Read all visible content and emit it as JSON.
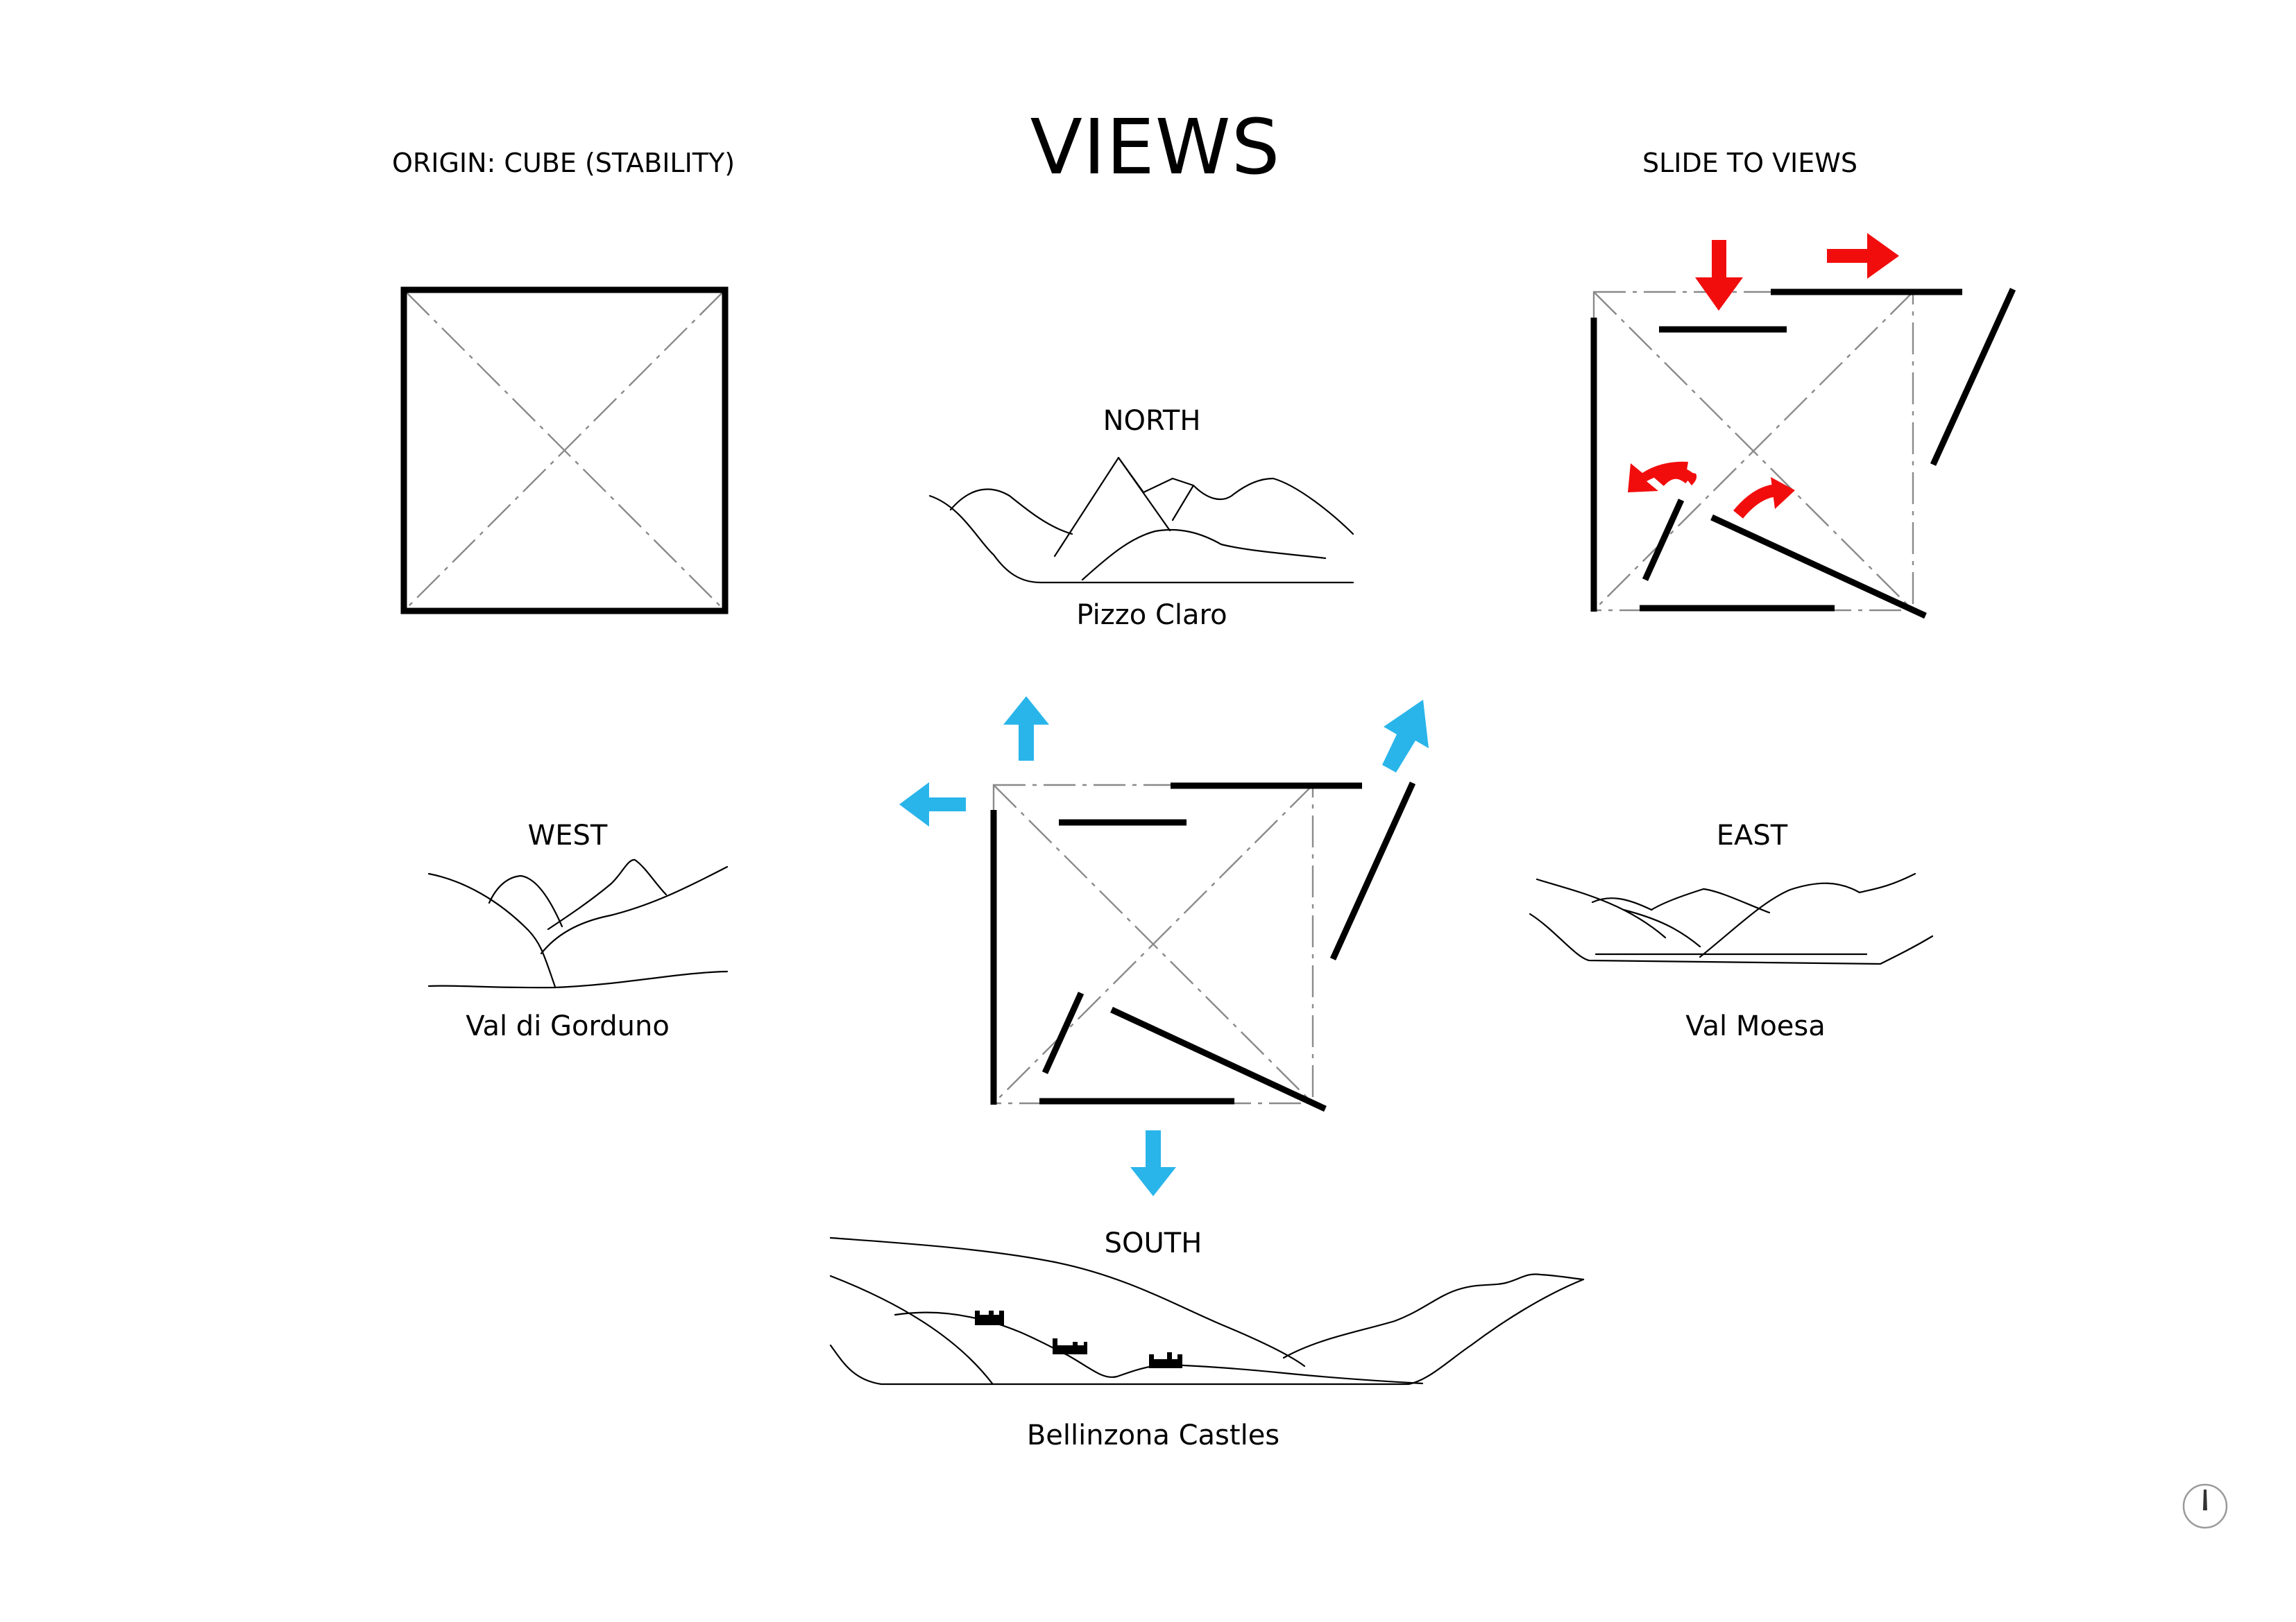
{
  "title": "VIEWS",
  "origin_label": "ORIGIN: CUBE (STABILITY)",
  "slide_label": "SLIDE TO VIEWS",
  "views": {
    "north": {
      "direction": "NORTH",
      "place": "Pizzo Claro"
    },
    "west": {
      "direction": "WEST",
      "place": "Val di Gorduno"
    },
    "east": {
      "direction": "EAST",
      "place": "Val Moesa"
    },
    "south": {
      "direction": "SOUTH",
      "place": "Bellinzona Castles"
    }
  },
  "colors": {
    "view_arrow": "#29b5ea",
    "slide_arrow": "#f20d0d",
    "walls": "#000000",
    "construction_lines": "#8a8a8a"
  },
  "icons": {
    "view_arrow": "arrow-icon",
    "slide_arrow": "arrow-icon",
    "rotate_arrow": "curved-arrow-icon",
    "north": "north-arrow-icon"
  }
}
